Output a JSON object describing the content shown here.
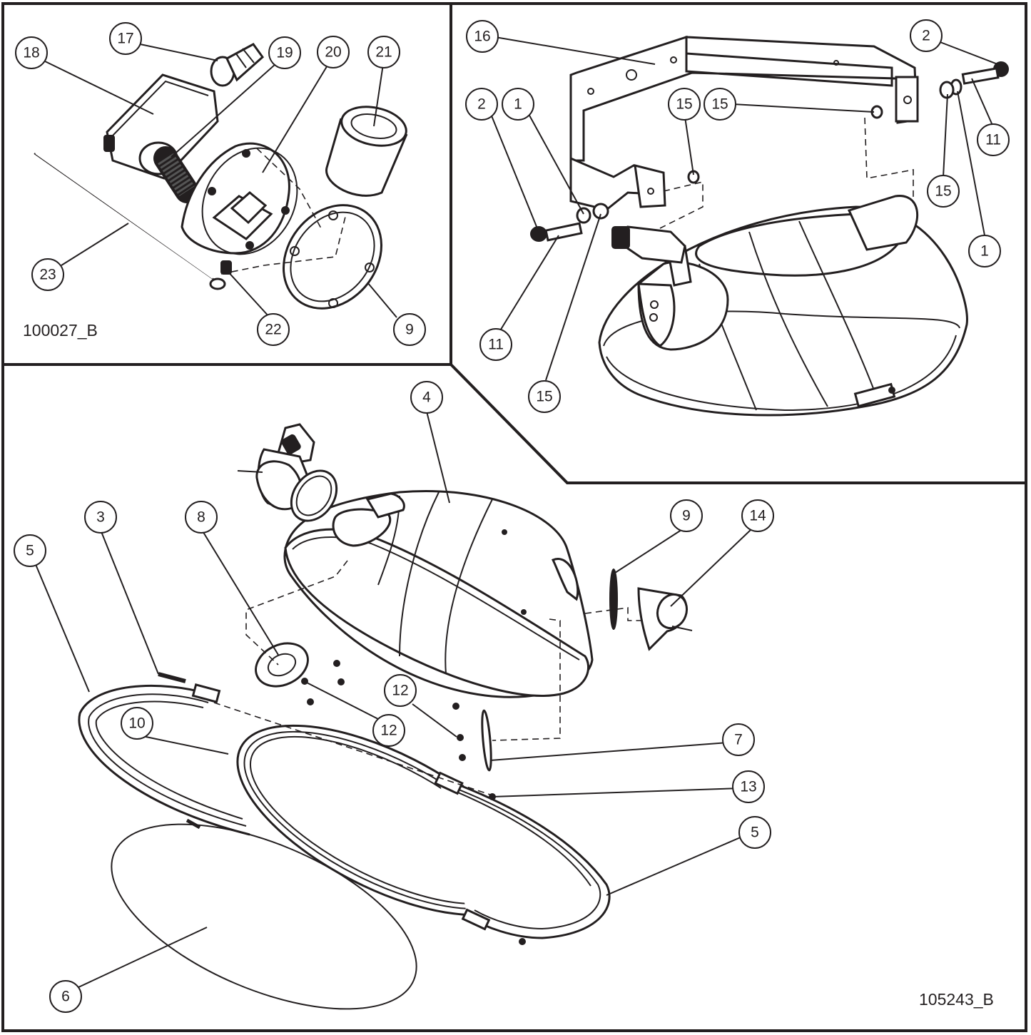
{
  "drawing_numbers": {
    "inset_left": "100027_B",
    "main": "105243_B"
  },
  "callouts": {
    "c1a": "1",
    "c1b": "1",
    "c2a": "2",
    "c2b": "2",
    "c3": "3",
    "c4": "4",
    "c5a": "5",
    "c5b": "5",
    "c6": "6",
    "c7": "7",
    "c8": "8",
    "c9a": "9",
    "c9b": "9",
    "c10": "10",
    "c11a": "11",
    "c11b": "11",
    "c12a": "12",
    "c12b": "12",
    "c13": "13",
    "c14": "14",
    "c15a": "15",
    "c15b": "15",
    "c15c": "15",
    "c15d": "15",
    "c16": "16",
    "c17": "17",
    "c18": "18",
    "c19": "19",
    "c20": "20",
    "c21": "21",
    "c22": "22",
    "c23": "23"
  }
}
